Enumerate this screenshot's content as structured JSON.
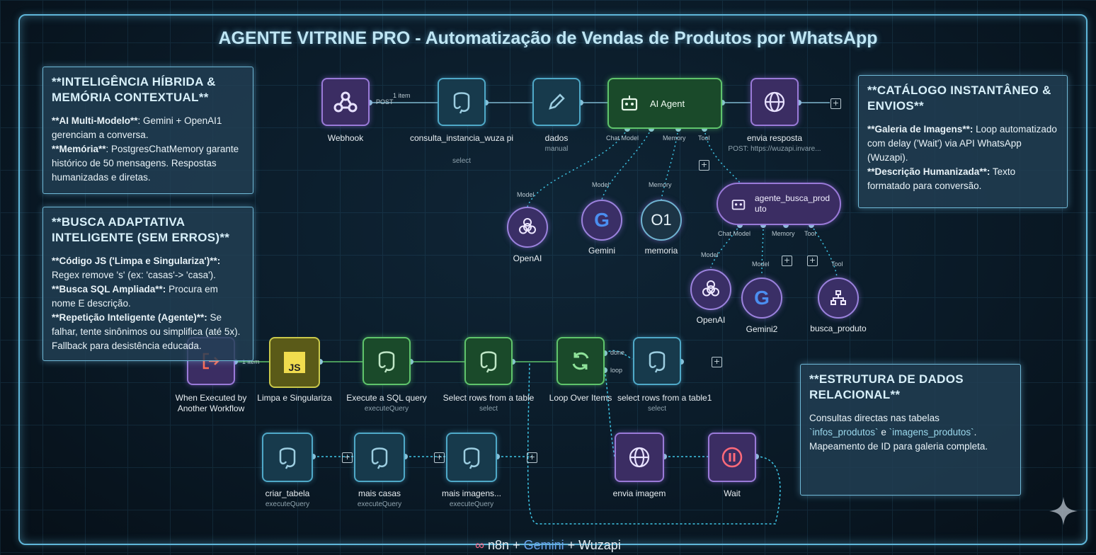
{
  "title": "AGENTE VITRINE PRO - Automatização de Vendas de Produtos por WhatsApp",
  "panels": {
    "hybrid": {
      "heading": "**INTELIGÊNCIA HÍBRIDA & MEMÓRIA CONTEXTUAL**",
      "l1_b": "**AI Multi-Modelo**",
      "l1": ": Gemini + OpenAI1 gerenciam a conversa.",
      "l2_b": "**Memória**",
      "l2": ": PostgresChatMemory garante histórico de 50 mensagens. Respostas humanizadas e diretas."
    },
    "search": {
      "heading": "**BUSCA ADAPTATIVA INTELIGENTE (SEM ERROS)**",
      "l1_b": "**Código JS ('Limpa e Singulariza')**:",
      "l1": " Regex remove 's' (ex: 'casas'-> 'casa').",
      "l2_b": "**Busca SQL Ampliada**:",
      "l2": " Procura em nome E descrição.",
      "l3_b": "**Repetição Inteligente (Agente)**:",
      "l3": " Se falhar, tente sinônimos ou simplifica (até 5x). Fallback para desistência educada."
    },
    "catalog": {
      "heading": "**CATÁLOGO INSTANTÂNEO & ENVIOS**",
      "l1_b": "**Galeria de Imagens**:",
      "l1": " Loop automatizado com delay ('Wait') via API WhatsApp (Wuzapi).",
      "l2_b": "**Descrição Humanizada**:",
      "l2": " Texto formatado para conversão."
    },
    "data": {
      "heading": "**ESTRUTURA DE DADOS RELACIONAL**",
      "p1": "Consultas directas nas tabelas",
      "code1": "`infos_produtos`",
      "mid": " e ",
      "code2": "`imagens_produtos`",
      "p2": ". Mapeamento de ID para galeria completa."
    }
  },
  "nodes": {
    "webhook": {
      "label": "Webhook"
    },
    "consulta": {
      "label": "consulta_instancia_wuza pi",
      "sub": "select"
    },
    "dados": {
      "label": "dados",
      "sub": "manual"
    },
    "ai_agent": {
      "label": "AI Agent"
    },
    "envia": {
      "label": "envia resposta",
      "sub": "POST: https://wuzapi.invare..."
    },
    "openai1": {
      "label": "OpenAI"
    },
    "gemini": {
      "label": "Gemini"
    },
    "memoria": {
      "label": "memoria",
      "glyph": "O1"
    },
    "agente_busca": {
      "label": "agente_busca_prod uto"
    },
    "openai2": {
      "label": "OpenAI"
    },
    "gemini2": {
      "label": "Gemini2"
    },
    "busca_produto": {
      "label": "busca_produto"
    },
    "when_exec": {
      "label": "When Executed by Another Workflow"
    },
    "limpa": {
      "label": "Limpa e Singulariza",
      "glyph": "JS"
    },
    "exec_sql": {
      "label": "Execute a SQL query",
      "sub": "executeQuery"
    },
    "select_rows": {
      "label": "Select rows from a table",
      "sub": "select"
    },
    "loop": {
      "label": "Loop Over Items"
    },
    "select_rows1": {
      "label": "select rows from a table1",
      "sub": "select"
    },
    "criar_tabela": {
      "label": "criar_tabela",
      "sub": "executeQuery"
    },
    "mais_casas": {
      "label": "mais casas",
      "sub": "executeQuery"
    },
    "mais_imagens": {
      "label": "mais imagens...",
      "sub": "executeQuery"
    },
    "envia_imagem": {
      "label": "envia imagem"
    },
    "wait": {
      "label": "Wait"
    }
  },
  "edge_labels": {
    "post": "POST",
    "item1": "1 item",
    "item2": "1 item",
    "chat_model": "Chat Model",
    "memory": "Memory",
    "tool": "Tool",
    "model_a": "Model",
    "model_b": "Model",
    "memory_b": "Memory",
    "model_c": "Model",
    "model_d": "Model",
    "tool_b": "Tool",
    "chat_model2": "Chat Model",
    "memory2": "Memory",
    "tool2": "Tool",
    "done": "done",
    "loop": "loop"
  },
  "footer": {
    "a": "n8n",
    "plus1": " + ",
    "b": "Gemini",
    "plus2": " + ",
    "c": "Wuzapi"
  },
  "colors": {
    "accent": "#5fb6d9",
    "purple": "#9a7ad8",
    "green": "#5fc46b",
    "blue": "#4fa9c8"
  }
}
